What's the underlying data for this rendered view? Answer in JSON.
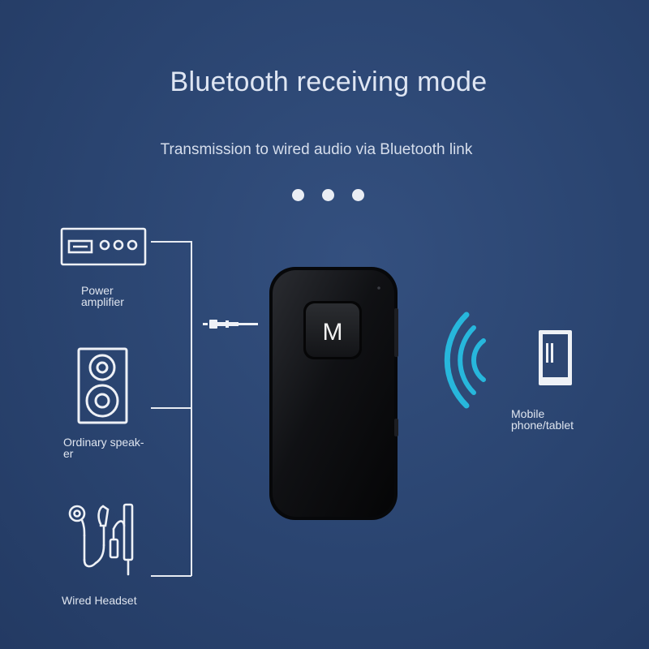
{
  "header": {
    "title": "Bluetooth receiving mode",
    "subtitle": "Transmission to wired audio via Bluetooth link"
  },
  "devices": {
    "power_amplifier": {
      "line1": "Power",
      "line2": "amplifier"
    },
    "speaker": {
      "line1": "Ordinary speak-",
      "line2": "er"
    },
    "headset": {
      "label": "Wired Headset"
    },
    "mobile": {
      "line1": "Mobile",
      "line2": "phone/tablet"
    }
  },
  "receiver": {
    "button_label": "M"
  },
  "icons": [
    "power-amplifier-icon",
    "speaker-icon",
    "wired-headset-icon",
    "audio-jack-icon",
    "bluetooth-signal-icon",
    "mobile-phone-icon"
  ],
  "colors": {
    "background": "#2b4470",
    "signal": "#27b7dc",
    "device": "#111214",
    "text": "#dfe6f3"
  }
}
